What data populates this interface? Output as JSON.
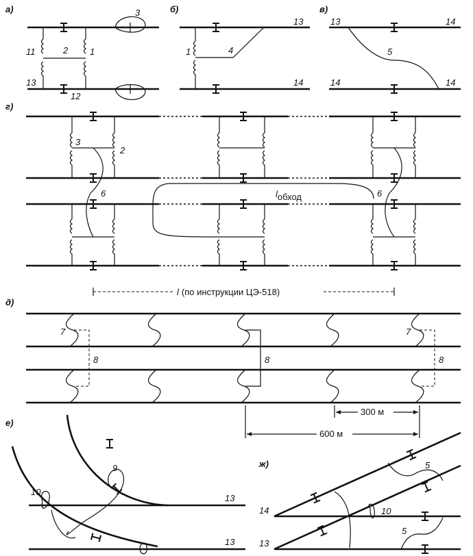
{
  "sections": {
    "a": "а)",
    "b": "б)",
    "v": "в)",
    "g": "г)",
    "d": "д)",
    "e": "е)",
    "zh": "ж)"
  },
  "labels": {
    "n1": "1",
    "n2": "2",
    "n3": "3",
    "n4": "4",
    "n5": "5",
    "n6": "6",
    "n7": "7",
    "n8": "8",
    "n9": "9",
    "n10": "10",
    "n11": "11",
    "n12": "12",
    "n13": "13",
    "n14": "14"
  },
  "annotations": {
    "bypass_l": "l",
    "bypass_sub": "обход",
    "instruction_l": "l",
    "instruction_text": "(по инструкции ЦЭ-518)",
    "dist_300": "300 м",
    "dist_600": "600 м"
  }
}
